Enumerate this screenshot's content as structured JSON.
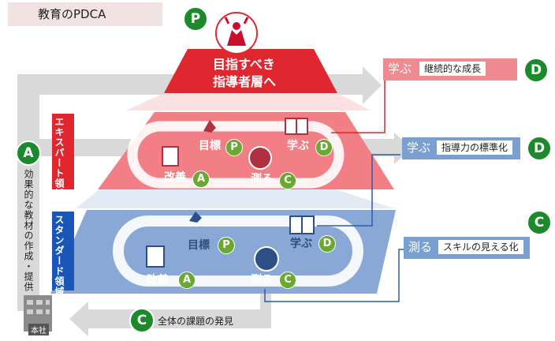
{
  "title": "教育のPDCA",
  "top": {
    "badge": "P",
    "line1": "目指すべき",
    "line2": "指導者層へ"
  },
  "left_arrow": {
    "badge": "A",
    "text": "効果的な教材の作成・提供"
  },
  "hq": {
    "label": "本社"
  },
  "expert": {
    "area_label": "エキスパート領域",
    "items": [
      {
        "label": "目標",
        "badge": "P"
      },
      {
        "label": "学ぶ",
        "badge": "D"
      },
      {
        "label": "改善",
        "badge": "A"
      },
      {
        "label": "測る",
        "badge": "C"
      }
    ]
  },
  "standard": {
    "area_label": "スタンダード領域",
    "items": [
      {
        "label": "目標",
        "badge": "P"
      },
      {
        "label": "学ぶ",
        "badge": "D"
      },
      {
        "label": "改善",
        "badge": "A"
      },
      {
        "label": "測る",
        "badge": "C"
      }
    ]
  },
  "outputs": [
    {
      "key": "学ぶ",
      "text": "継続的な成長",
      "badge": "D"
    },
    {
      "key": "学ぶ",
      "text": "指導力の標準化",
      "badge": "D"
    },
    {
      "key": "測る",
      "text": "スキルの見える化",
      "badge": "C"
    }
  ],
  "bottom": {
    "badge": "C",
    "text": "全体の課題の発見"
  },
  "colors": {
    "red": "#e0262f",
    "pink": "#f27e86",
    "blue": "#5f85c4",
    "light_blue": "#7aa0d2",
    "green": "#1a8a2a",
    "gray": "#d9d9d9"
  }
}
